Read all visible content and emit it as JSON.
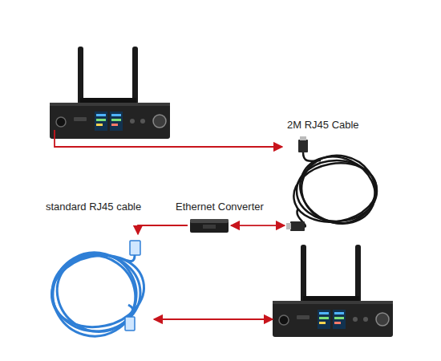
{
  "diagram": {
    "nodes": [
      {
        "text": [
          "2M RJ45 Cable"
        ]
      },
      {
        "text": [
          "Ethernet Converter"
        ]
      },
      {
        "text": [
          "standard RJ45 cable"
        ]
      }
    ],
    "edges": [
      {
        "from": 0,
        "to": 1,
        "arrow": "both"
      },
      {
        "from": 1,
        "to": 2,
        "arrow": "to"
      }
    ]
  }
}
